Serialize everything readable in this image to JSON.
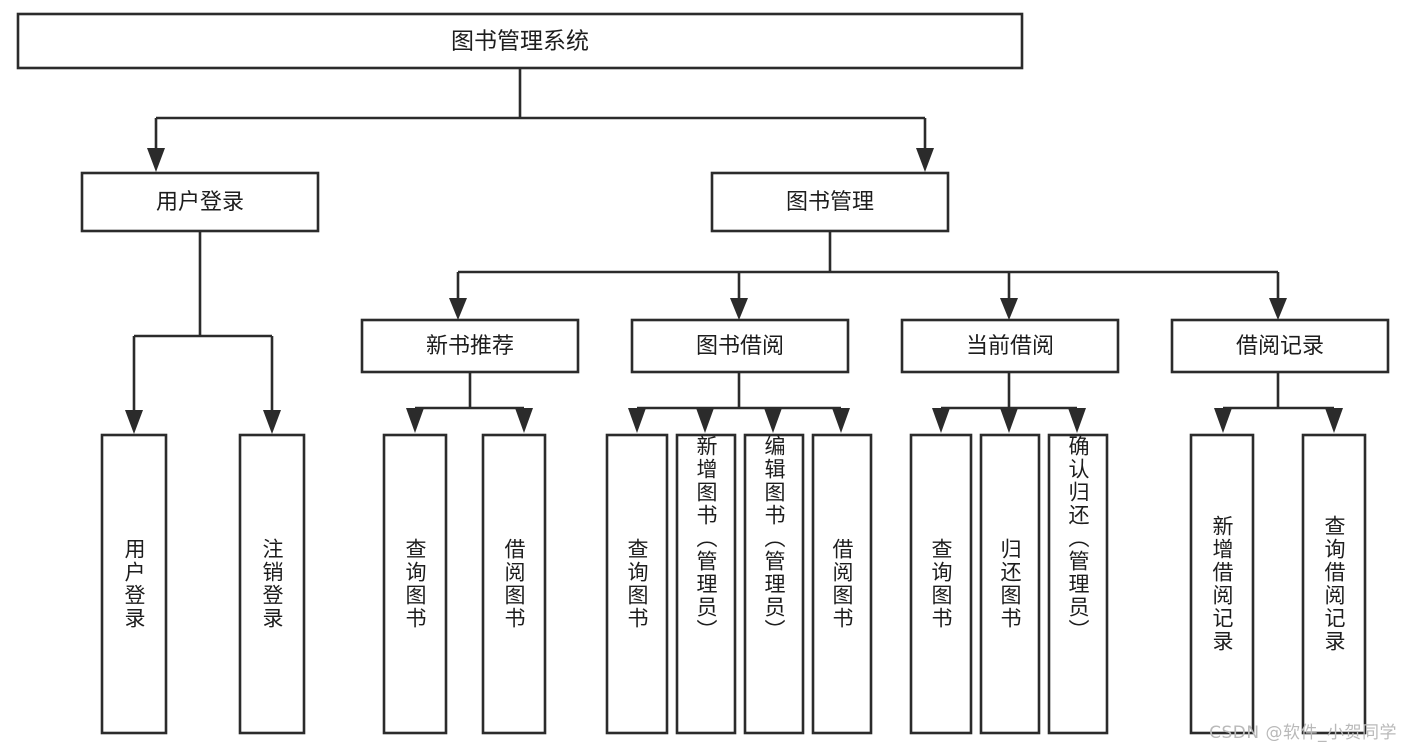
{
  "diagram": {
    "title": "图书管理系统",
    "type": "tree-hierarchy-chart",
    "watermark": "CSDN @软件_小贺同学",
    "colors": {
      "box_stroke": "#2b2b2b",
      "box_fill": "#ffffff",
      "text": "#1d1d1d",
      "background": "#ffffff",
      "watermark": "#b9b9b9"
    },
    "root": {
      "label": "图书管理系统"
    },
    "level2": [
      {
        "label": "用户登录"
      },
      {
        "label": "图书管理"
      }
    ],
    "level3": [
      {
        "label": "新书推荐"
      },
      {
        "label": "图书借阅"
      },
      {
        "label": "当前借阅"
      },
      {
        "label": "借阅记录"
      }
    ],
    "leaves": {
      "user_login": [
        {
          "label": "用户登录"
        },
        {
          "label": "注销登录"
        }
      ],
      "new_book_recommend": [
        {
          "label": "查询图书"
        },
        {
          "label": "借阅图书"
        }
      ],
      "book_borrow": [
        {
          "label": "查询图书"
        },
        {
          "label": "新增图书（管理员）"
        },
        {
          "label": "编辑图书（管理员）"
        },
        {
          "label": "借阅图书"
        }
      ],
      "current_borrow": [
        {
          "label": "查询图书"
        },
        {
          "label": "归还图书"
        },
        {
          "label": "确认归还（管理员）"
        }
      ],
      "borrow_record": [
        {
          "label": "新增借阅记录"
        },
        {
          "label": "查询借阅记录"
        }
      ]
    }
  }
}
